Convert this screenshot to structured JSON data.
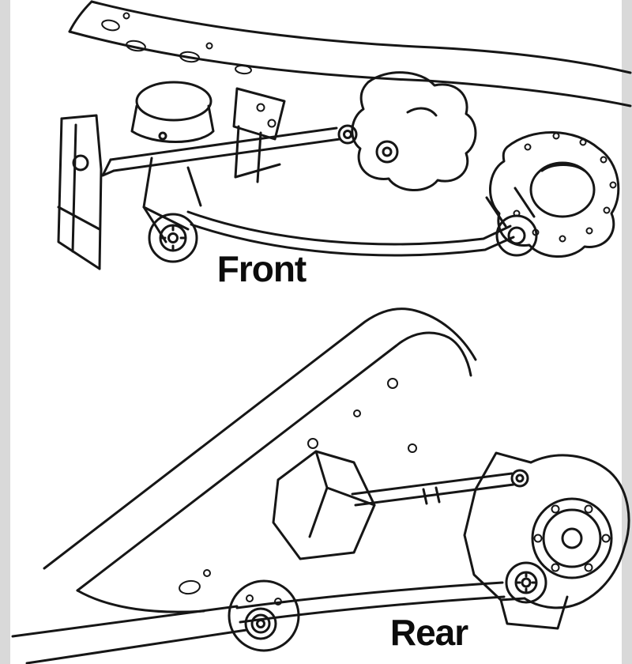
{
  "front": {
    "label": "Front"
  },
  "rear": {
    "label": "Rear"
  },
  "markers": {
    "front": "red-bushing-highlight",
    "rear": "red-bushing-highlight"
  },
  "colors": {
    "line": "#161616",
    "highlight": "#cf2020",
    "highlight-dark": "#7e1010",
    "highlight-inner": "#f3d2d2",
    "edge": "#d9d9d9",
    "background": "#ffffff"
  }
}
